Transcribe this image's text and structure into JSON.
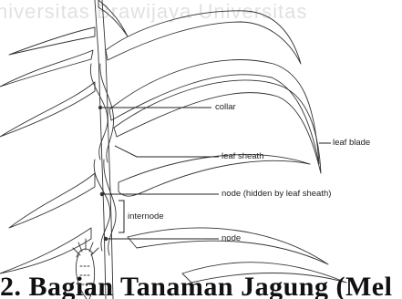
{
  "watermark": "niversitas Brawijaya  Universitas",
  "labels": {
    "collar": "collar",
    "leaf_blade": "leaf blade",
    "leaf_sheath": "leaf sheath",
    "node_hidden": "node (hidden by leaf sheath)",
    "internode": "internode",
    "node": "node"
  },
  "caption": "2. Bagian Tanaman Jagung (Mel"
}
